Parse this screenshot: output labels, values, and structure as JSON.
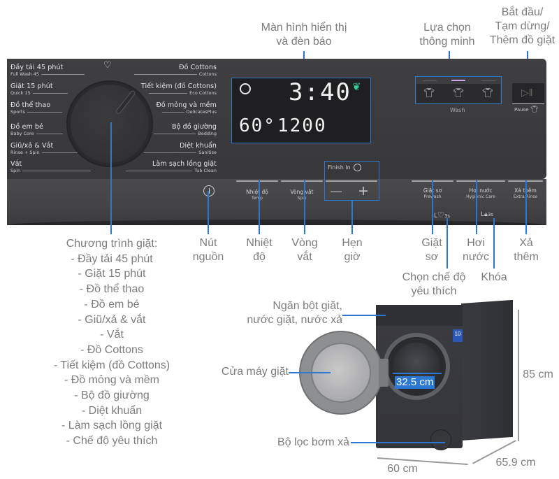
{
  "callouts": {
    "display": "Màn hình hiển thị\nvà đèn báo",
    "display_l1": "Màn hình hiển thị",
    "display_l2": "và đèn báo",
    "smart_l1": "Lựa chọn",
    "smart_l2": "thông minh",
    "start_l1": "Bắt đầu/",
    "start_l2": "Tạm dừng/",
    "start_l3": "Thêm đồ giặt",
    "power_l1": "Nút",
    "power_l2": "nguồn",
    "temp_l1": "Nhiệt",
    "temp_l2": "độ",
    "spin_l1": "Vòng",
    "spin_l2": "vắt",
    "timer_l1": "Hẹn",
    "timer_l2": "giờ",
    "prewash_l1": "Giặt",
    "prewash_l2": "sơ",
    "steam_l1": "Hơi",
    "steam_l2": "nước",
    "rinse_l1": "Xả",
    "rinse_l2": "thêm",
    "favorite_l1": "Chọn chế độ",
    "favorite_l2": "yêu thích",
    "lock": "Khóa",
    "detergent_l1": "Ngăn bột giặt,",
    "detergent_l2": "nước giặt, nước xả",
    "door": "Cửa máy giặt",
    "filter": "Bộ lọc bơm xả"
  },
  "programs_list": {
    "title": "Chương trình giặt:",
    "items": [
      "- Đầy tải 45 phút",
      "- Giặt 15 phút",
      "- Đồ thể thao",
      "- Đồ em bé",
      "- Giũ/xả & vắt",
      "- Vắt",
      "- Đồ Cottons",
      "- Tiết kiệm (đồ Cottons)",
      "- Đồ mỏng và mềm",
      "- Bộ đồ giường",
      "- Diệt khuẩn",
      "- Làm sạch lồng giặt",
      "- Chế độ yêu thích"
    ]
  },
  "panel": {
    "left_programs": [
      {
        "vn": "Đầy tải 45 phút",
        "en": "Full Wash 45"
      },
      {
        "vn": "Giặt 15 phút",
        "en": "Quick 15"
      },
      {
        "vn": "Đồ thể thao",
        "en": "Sports"
      },
      {
        "vn": "Đồ em bé",
        "en": "Baby Core"
      },
      {
        "vn": "Giũ/xả & Vắt",
        "en": "Rinse + Spin"
      },
      {
        "vn": "Vắt",
        "en": "Spin"
      }
    ],
    "right_programs": [
      {
        "vn": "Đồ Cottons",
        "en": "Cottons"
      },
      {
        "vn": "Tiết kiệm (đồ Cottons)",
        "en": "Eco Cottons"
      },
      {
        "vn": "Đồ mỏng và mềm",
        "en": "DelicatesPlus"
      },
      {
        "vn": "Bộ đồ giường",
        "en": "Bedding"
      },
      {
        "vn": "Diệt khuẩn",
        "en": "Sanitise"
      },
      {
        "vn": "Làm sạch lồng giặt",
        "en": "Tub Clean"
      }
    ],
    "display": {
      "time": "3:40",
      "temp": "60°",
      "spin": "1200",
      "eco_color": "#2fd39a"
    },
    "finish_in": "Finish In",
    "minus": "—",
    "plus": "+",
    "buttons": {
      "temp": {
        "vn": "Nhiệt độ",
        "en": "Temp"
      },
      "spin": {
        "vn": "Vòng vắt",
        "en": "Spin"
      },
      "prewash": {
        "vn": "Giặt sơ",
        "en": "Prewash"
      },
      "steam": {
        "vn": "Hơi nước",
        "en": "Hygienic Care"
      },
      "extra_rinse": {
        "vn": "Xả thêm",
        "en": "Extra Rinse"
      }
    },
    "wash_label": "Wash",
    "pause_label": "Pause",
    "hold_3s_fav": "3s",
    "hold_3s_lock": "3s"
  },
  "dimensions": {
    "door_diameter": "32.5 cm",
    "height": "85 cm",
    "width": "60 cm",
    "depth": "65.9 cm",
    "energy_label": "10"
  },
  "colors": {
    "callout_line": "#2a78d4",
    "panel": "#3c3c3f",
    "text_gray": "#7d7d7d"
  }
}
